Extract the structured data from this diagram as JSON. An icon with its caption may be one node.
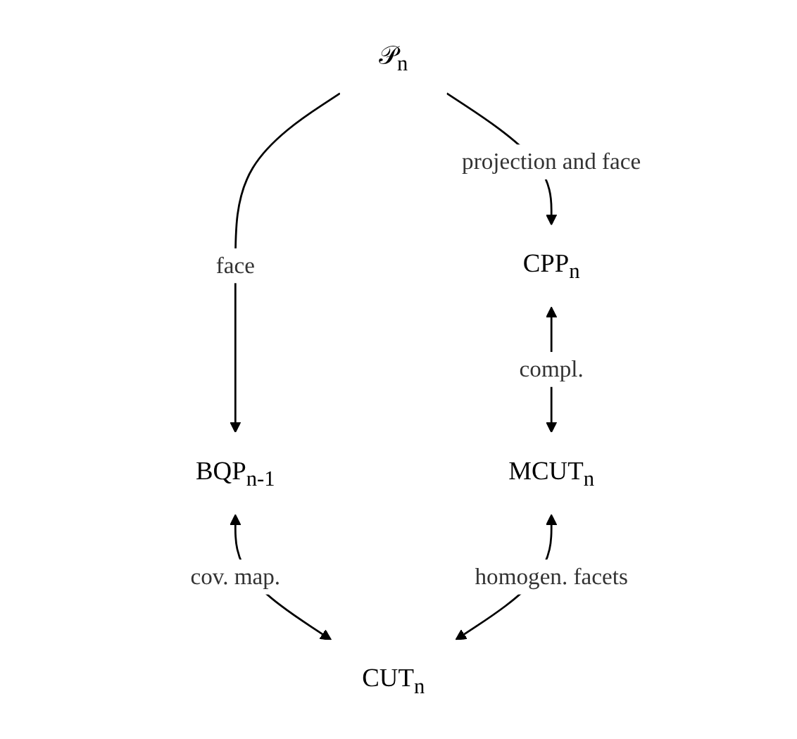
{
  "diagram": {
    "nodes": [
      {
        "text": [
          "𝒫$_{n}$"
        ]
      },
      {
        "text": [
          "CPP$_{n}$"
        ]
      },
      {
        "text": [
          "BQP$_{n-1}$"
        ]
      },
      {
        "text": [
          "MCUT$_{n}$"
        ]
      },
      {
        "text": [
          "CUT$_{n}$"
        ]
      }
    ],
    "edges": [
      {
        "from": 0,
        "to": 1,
        "arrow": "to",
        "label": "projection and face"
      },
      {
        "from": 0,
        "to": 2,
        "arrow": "to",
        "label": "face"
      },
      {
        "from": 1,
        "to": 3,
        "arrow": "both",
        "label": "compl."
      },
      {
        "from": 2,
        "to": 4,
        "arrow": "both",
        "label": "cov. map."
      },
      {
        "from": 3,
        "to": 4,
        "arrow": "both",
        "label": "homogen. facets"
      }
    ]
  }
}
